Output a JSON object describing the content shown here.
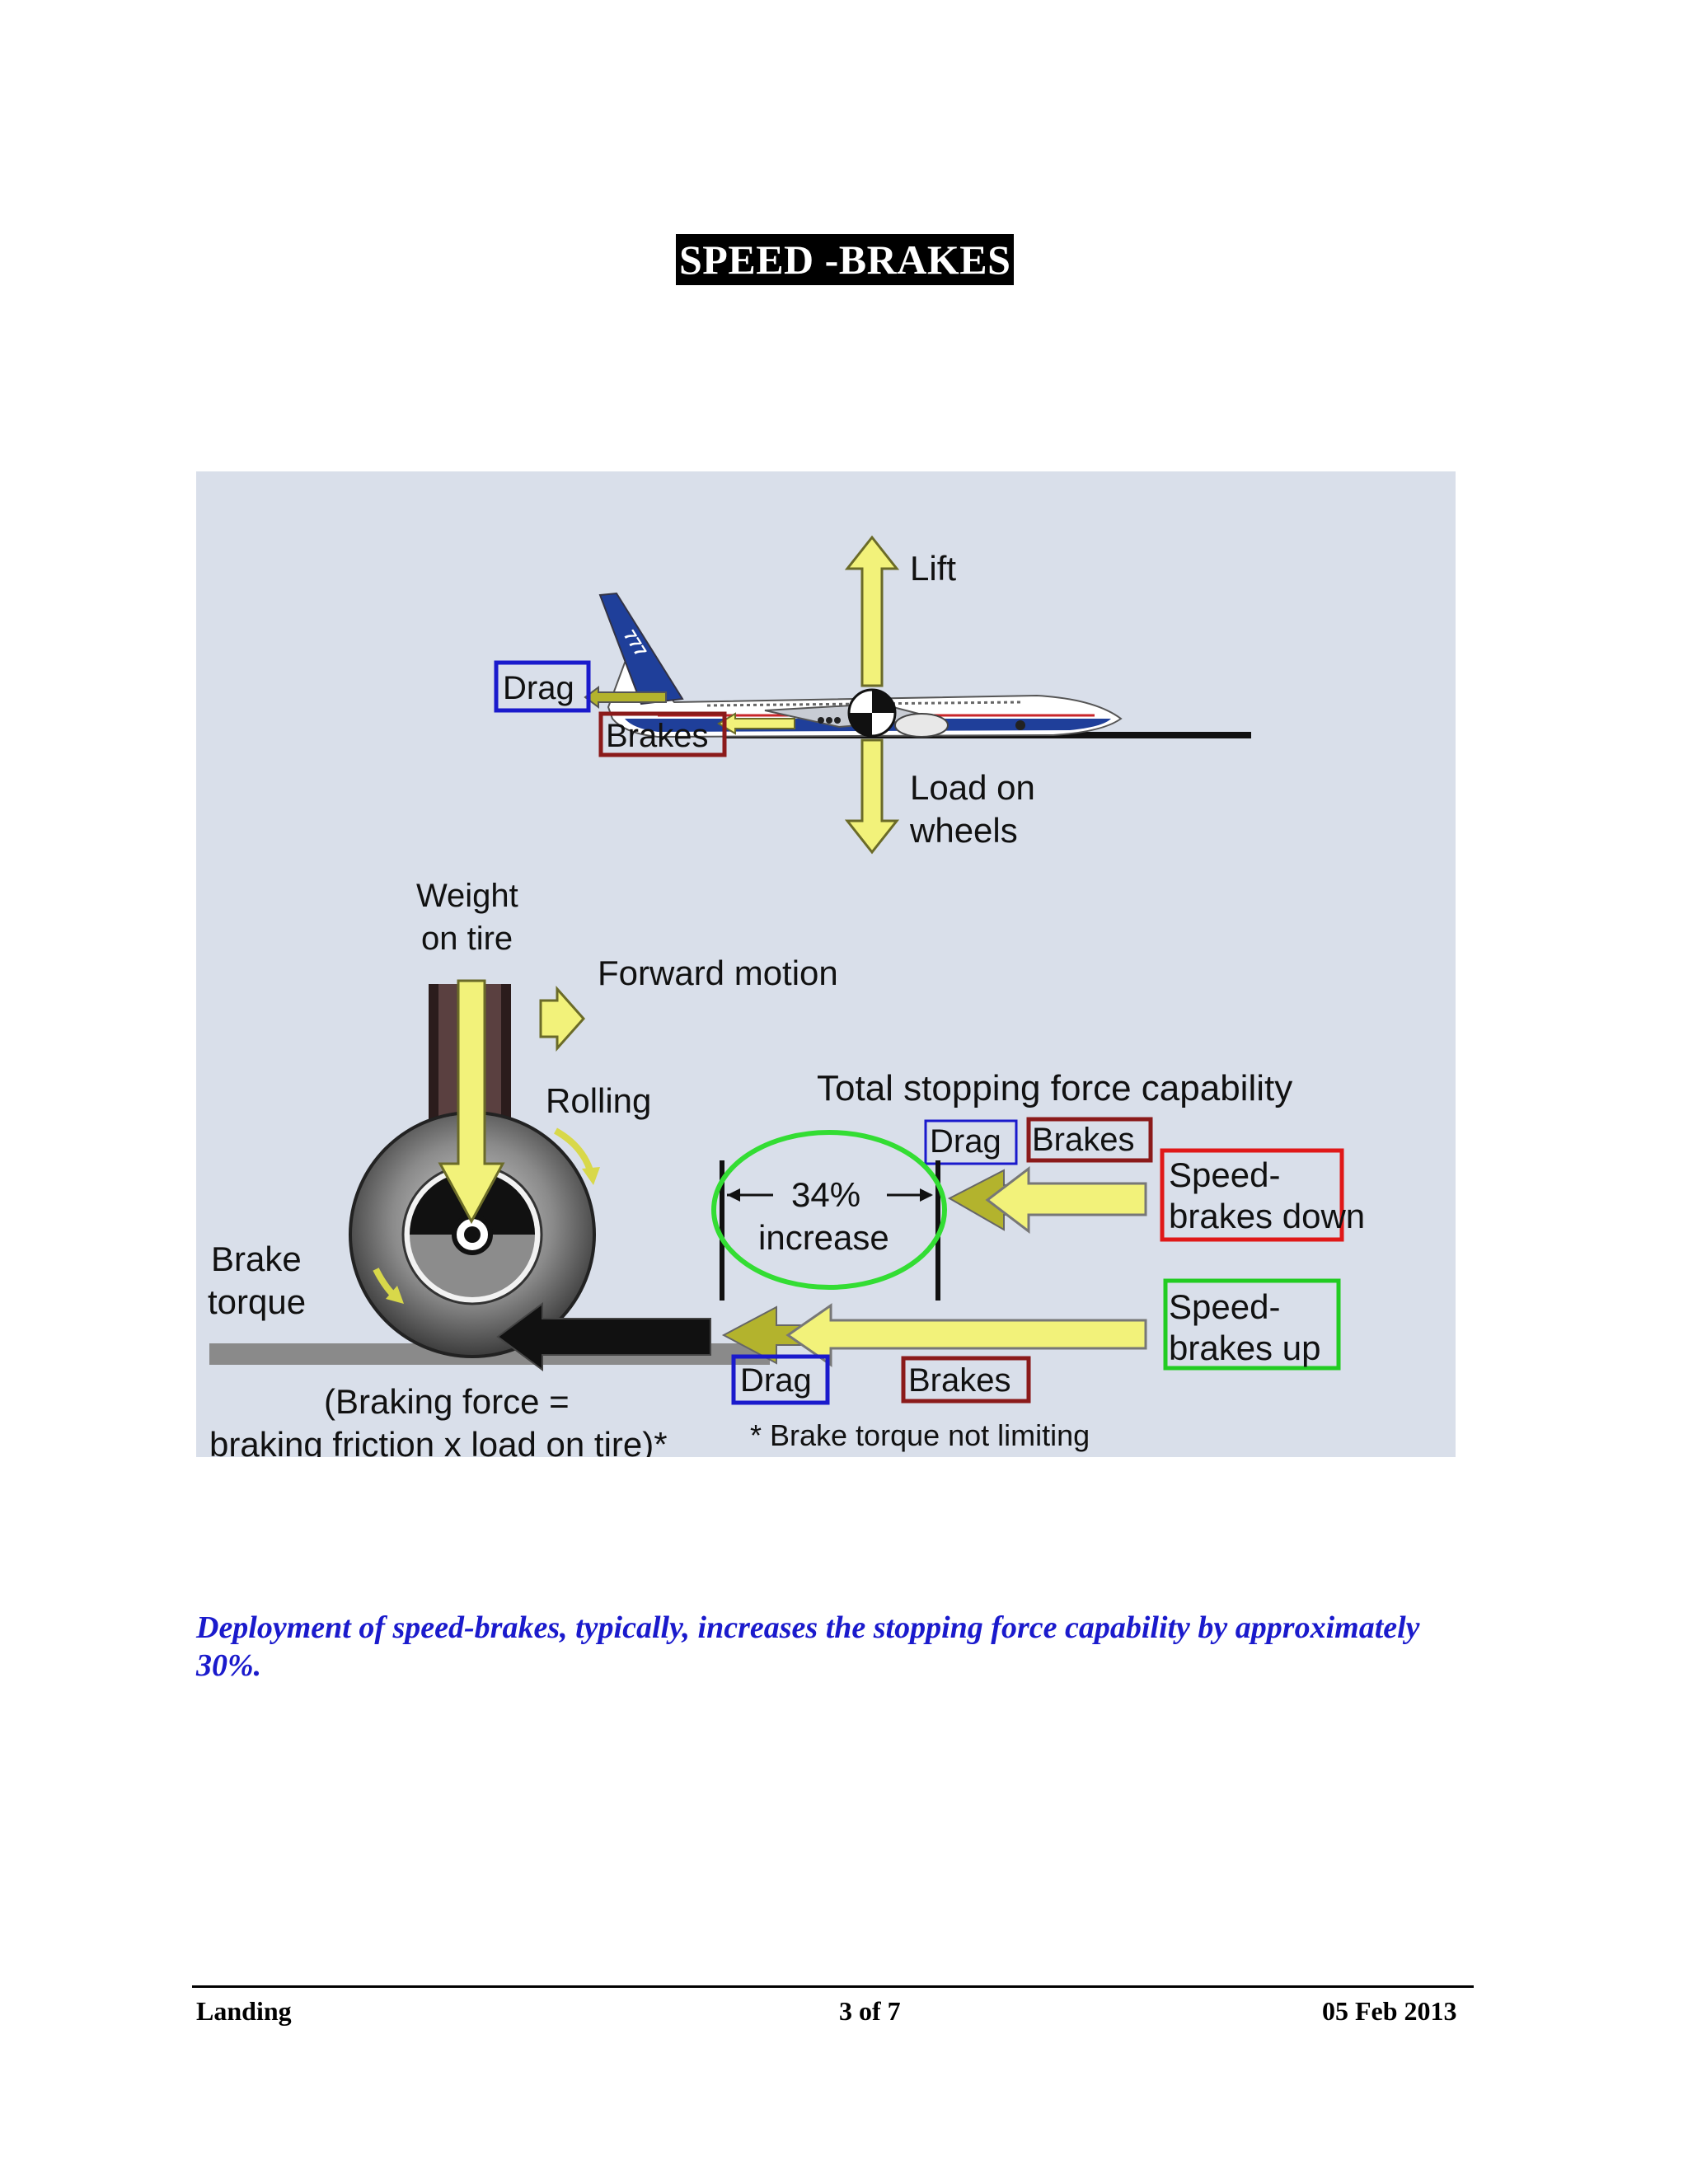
{
  "title": "SPEED -BRAKES",
  "diagram": {
    "aircraft": {
      "tail_text": "777",
      "lift": "Lift",
      "load_line1": "Load on",
      "load_line2": "wheels",
      "drag": "Drag",
      "brakes": "Brakes"
    },
    "wheel": {
      "weight_line1": "Weight",
      "weight_line2": "on tire",
      "forward_motion": "Forward motion",
      "rolling": "Rolling",
      "brake_torque_line1": "Brake",
      "brake_torque_line2": "torque",
      "braking_force_line1": "(Braking force =",
      "braking_force_line2": "braking friction x load on tire)*"
    },
    "stopping": {
      "heading": "Total stopping force capability",
      "drag_top": "Drag",
      "brakes_top": "Brakes",
      "increase_value": "34%",
      "increase_label": "increase",
      "down_line1": "Speed-",
      "down_line2": "brakes down",
      "up_line1": "Speed-",
      "up_line2": "brakes up",
      "drag_bottom": "Drag",
      "brakes_bottom": "Brakes",
      "footnote": "* Brake torque not limiting"
    },
    "colors": {
      "background": "#d9dfea",
      "arrow_yellow": "#f2f27a",
      "arrow_olive": "#b3b32d",
      "drag_box": "#1a1acc",
      "brakes_box": "#8b1a1a",
      "speedbrakes_down_box": "#e01818",
      "speedbrakes_up_box": "#22cc22",
      "increase_ellipse": "#33dd33"
    }
  },
  "caption": "Deployment of speed-brakes, typically, increases the stopping force capability by approximately 30%.",
  "footer": {
    "left": "Landing",
    "center": "3 of 7",
    "right": "05 Feb 2013"
  }
}
